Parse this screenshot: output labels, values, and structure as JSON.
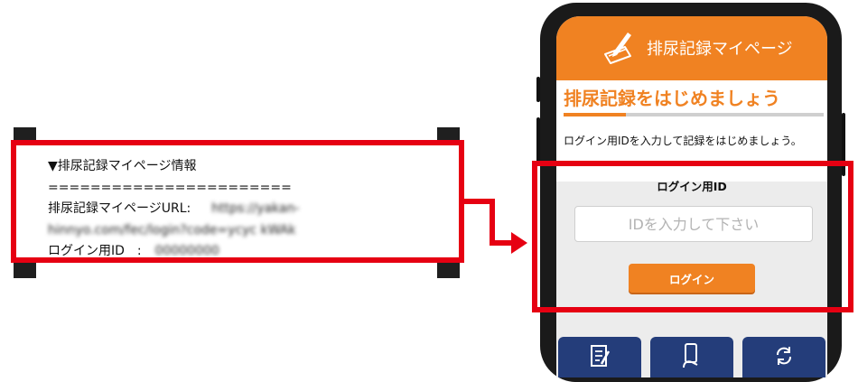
{
  "email": {
    "heading": "▼排尿記録マイページ情報",
    "separator": "=======================",
    "url_label": "排尿記録マイページURL:",
    "url_value_line1": "https://yakan-",
    "url_value_line2": "hinnyo.com/fec/login?code=ycyc kWAk",
    "login_id_label": "ログイン用ID　:",
    "login_id_value": "00000000"
  },
  "app": {
    "header_title": "排尿記録マイページ",
    "section_title": "排尿記録をはじめましょう",
    "progress": 0.24,
    "instruction": "ログイン用IDを入力して記録をはじめましょう。",
    "login_id_label": "ログイン用ID",
    "id_input_placeholder": "IDを入力して下さい",
    "login_button": "ログイン"
  },
  "colors": {
    "accent_orange": "#f08222",
    "highlight_red": "#e60012",
    "nav_blue": "#243d7a"
  },
  "icons": [
    "pen-notebook-icon",
    "clipboard-icon",
    "phone-hand-icon",
    "refresh-icon"
  ]
}
